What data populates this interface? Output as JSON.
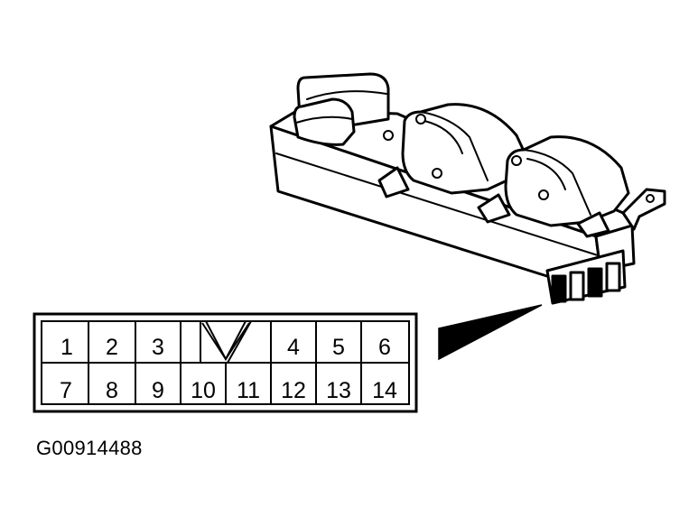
{
  "figure_id": "G00914488",
  "connector": {
    "top_row": [
      {
        "label": "1"
      },
      {
        "label": "2"
      },
      {
        "label": "3"
      },
      {
        "label": ""
      },
      {
        "label": "4"
      },
      {
        "label": "5"
      },
      {
        "label": "6"
      }
    ],
    "bottom_row": [
      {
        "label": "7"
      },
      {
        "label": "8"
      },
      {
        "label": "9"
      },
      {
        "label": "10"
      },
      {
        "label": "11"
      },
      {
        "label": "12"
      },
      {
        "label": "13"
      },
      {
        "label": "14"
      }
    ]
  }
}
